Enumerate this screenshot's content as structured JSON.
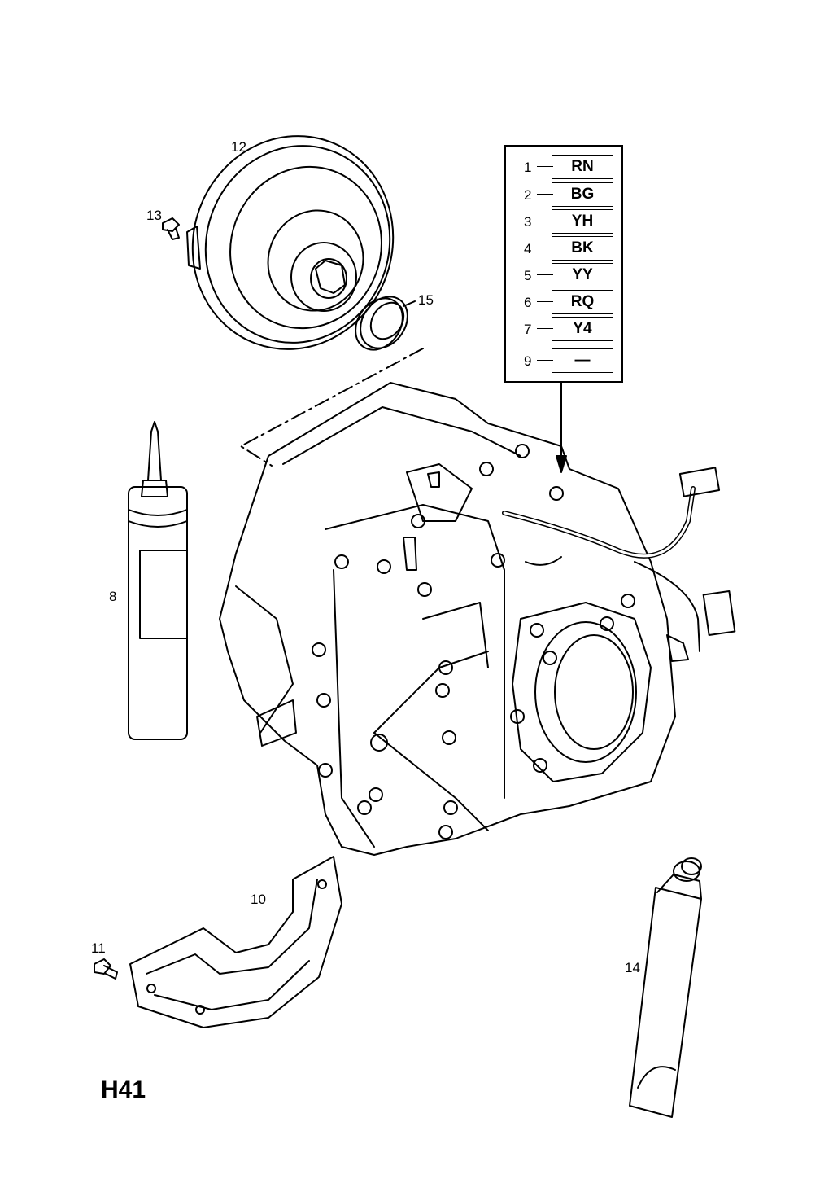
{
  "page_id": "H41",
  "callouts": {
    "c8": "8",
    "c10": "10",
    "c11": "11",
    "c12": "12",
    "c13": "13",
    "c14": "14",
    "c15": "15"
  },
  "code_table": [
    {
      "num": "1",
      "code": "RN"
    },
    {
      "num": "2",
      "code": "BG"
    },
    {
      "num": "3",
      "code": "YH"
    },
    {
      "num": "4",
      "code": "BK"
    },
    {
      "num": "5",
      "code": "YY"
    },
    {
      "num": "6",
      "code": "RQ"
    },
    {
      "num": "7",
      "code": "Y4"
    },
    {
      "num": "9",
      "code": "—"
    }
  ]
}
